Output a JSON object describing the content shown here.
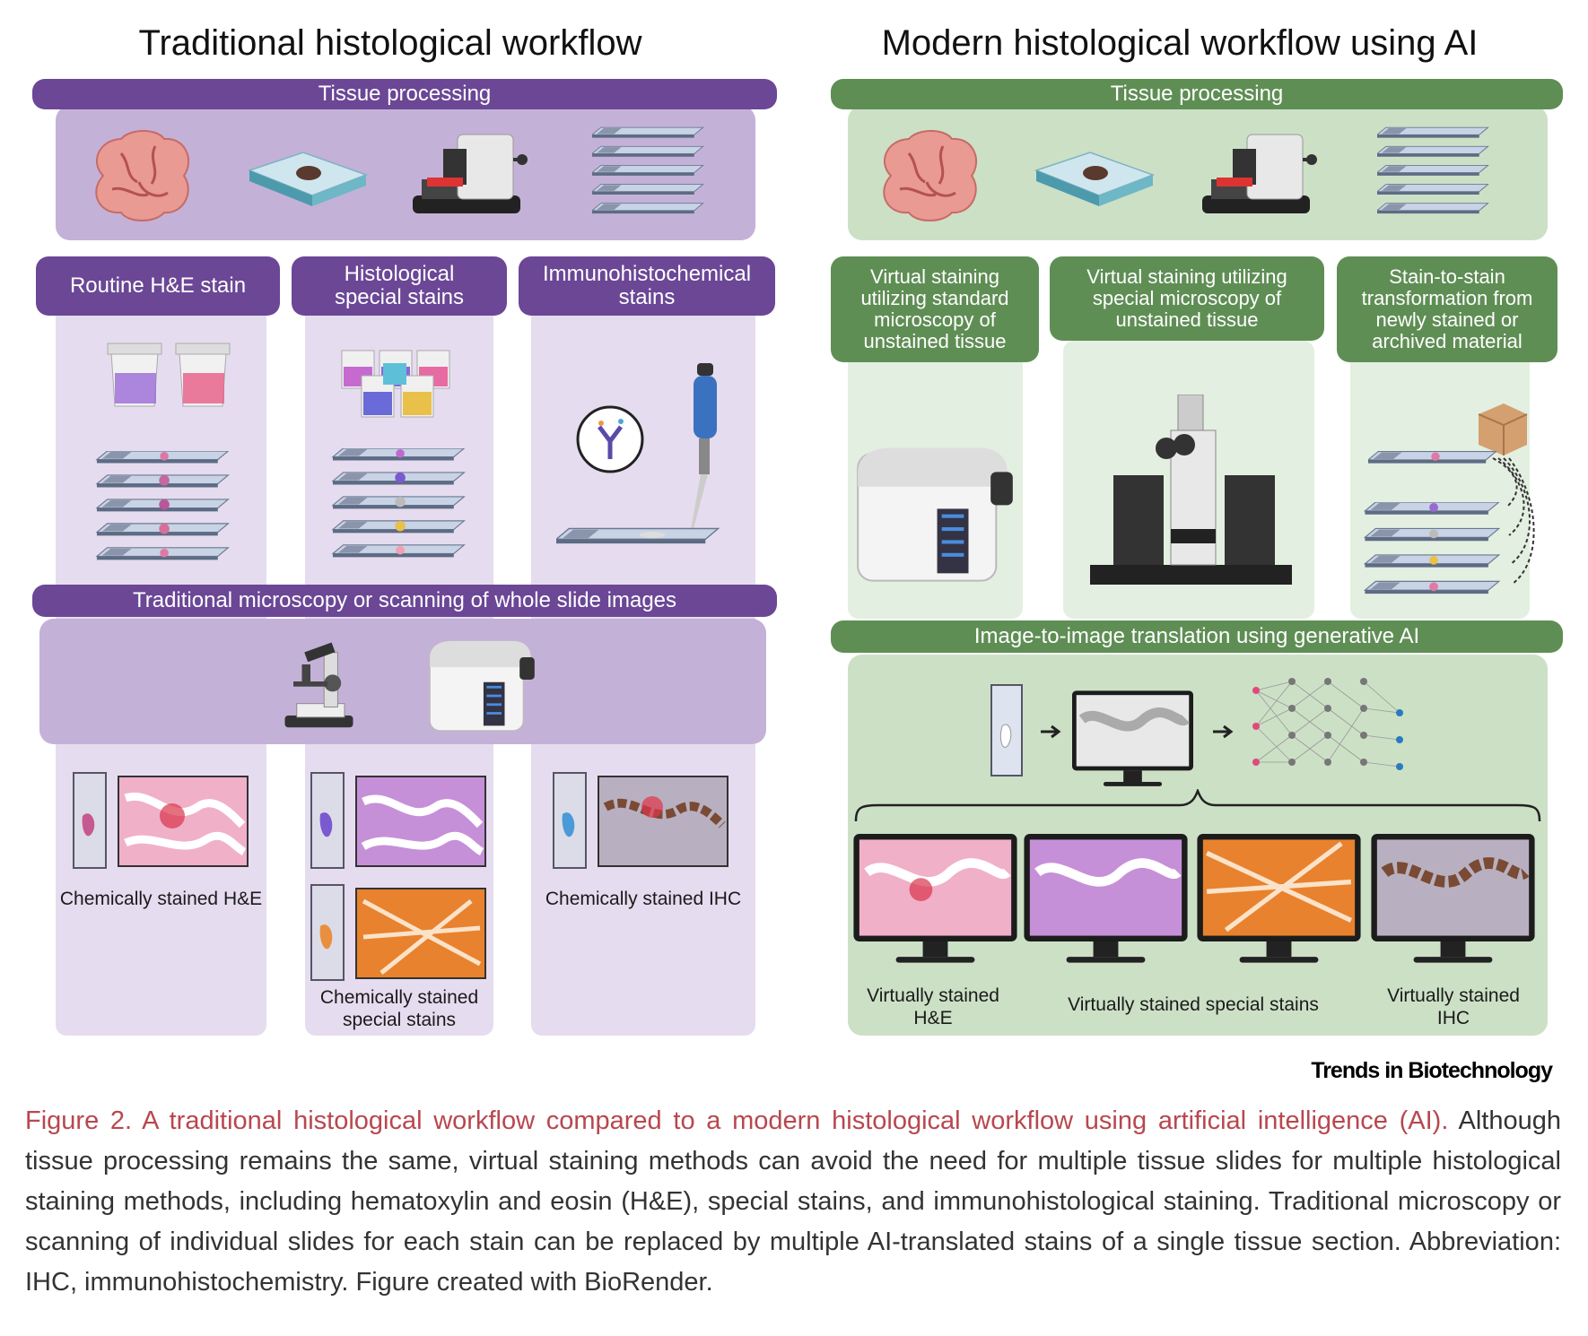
{
  "left": {
    "title": "Traditional histological workflow",
    "tissue_bar": "Tissue processing",
    "stain_bars": [
      "Routine H&E stain",
      "Histological special stains",
      "Immunohistochemical stains"
    ],
    "microscopy_bar": "Traditional microscopy or scanning of whole slide images",
    "outputs": [
      "Chemically stained H&E",
      "Chemically stained special stains",
      "Chemically stained IHC"
    ]
  },
  "right": {
    "title": "Modern histological workflow using AI",
    "tissue_bar": "Tissue processing",
    "method_bars": [
      "Virtual staining utilizing standard microscopy of unstained tissue",
      "Virtual staining utilizing special microscopy of unstained tissue",
      "Stain-to-stain transformation from newly stained or archived material"
    ],
    "translation_bar": "Image-to-image translation using generative AI",
    "outputs": [
      "Virtually stained H&E",
      "Virtually stained special stains",
      "Virtually stained IHC"
    ]
  },
  "journal": "Trends in Biotechnology",
  "caption": {
    "heading": "Figure 2. A traditional histological workflow compared to a modern histological workflow using artificial intelligence (AI).",
    "body": "Although tissue processing remains the same, virtual staining methods can avoid the need for multiple tissue slides for multiple histological staining methods, including hematoxylin and eosin (H&E), special stains, and immunohistological staining. Traditional microscopy or scanning of individual slides for each stain can be replaced by multiple AI-translated stains of a single tissue section. Abbreviation: IHC, immunohistochemistry. Figure created with BioRender."
  },
  "colors": {
    "purple_bar": "#6b4796",
    "purple_panel": "#c4b1d8",
    "green_bar": "#5f8e55",
    "green_panel": "#cce0c6",
    "caption_heading": "#b8474f"
  },
  "icons": [
    "brain-tissue-icon",
    "paraffin-block-icon",
    "microtome-icon",
    "slide-stack-icon",
    "stain-jars-icon",
    "pipette-icon",
    "antibody-icon",
    "microscope-icon",
    "slide-scanner-icon",
    "archive-box-icon",
    "monitor-icon",
    "neural-network-icon"
  ]
}
